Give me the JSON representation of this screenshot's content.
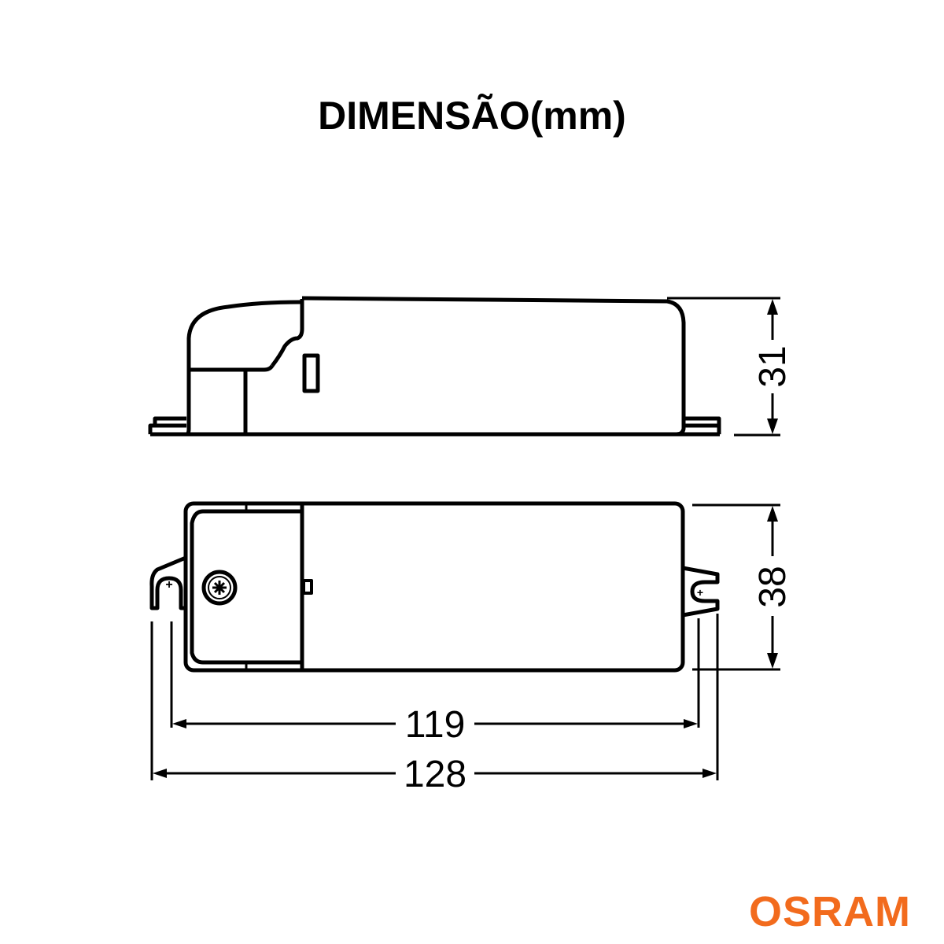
{
  "header": {
    "title": "DIMENSÃO(mm)"
  },
  "side_view": {
    "height_dimension": "31"
  },
  "top_view": {
    "width_dimension": "38",
    "terminal_left_symbol": "+",
    "terminal_right_symbol": "+"
  },
  "dimensions": {
    "inner_length": "119",
    "overall_length": "128",
    "unit": "mm"
  },
  "brand": {
    "name": "OSRAM",
    "color": "#f26b1d"
  },
  "colors": {
    "line": "#000000",
    "background": "#ffffff"
  }
}
